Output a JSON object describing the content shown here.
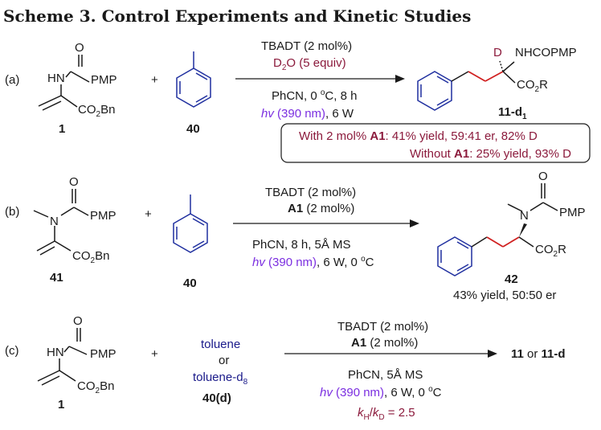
{
  "title": "Scheme 3. Control Experiments and Kinetic Studies",
  "panels": {
    "a": {
      "label": "(a)",
      "reactant1": {
        "nh": "HN",
        "o": "O",
        "pmp": "PMP",
        "ester": "CO",
        "ester_sub": "2",
        "ester_end": "Bn",
        "number": "1"
      },
      "plus": "+",
      "reactant2_number": "40",
      "conditions_above": {
        "cat": "TBADT (2 mol%)",
        "d2o_d": "D",
        "d2o_sub": "2",
        "d2o_rest": "O (5 equiv)"
      },
      "conditions_below": {
        "line1_a": "PhCN, 0 ",
        "line1_sup": "o",
        "line1_b": "C, 8 h",
        "hv": "hv",
        "light": " (390 nm)",
        "power": ", 6 W"
      },
      "product": {
        "d": "D",
        "nh": "NHCOPMP",
        "ester": "CO",
        "ester_sub": "2",
        "ester_end": "R",
        "number": "11-d",
        "number_sub": "1"
      },
      "box": {
        "line1_pre": "With 2 mol% ",
        "line1_cat": "A1",
        "line1_post": ": 41% yield, 59:41 er, 82% D",
        "line2_pre": "Without ",
        "line2_cat": "A1",
        "line2_post": ": 25% yield, 93% D"
      }
    },
    "b": {
      "label": "(b)",
      "reactant1": {
        "n": "N",
        "o": "O",
        "pmp": "PMP",
        "ester": "CO",
        "ester_sub": "2",
        "ester_end": "Bn",
        "number": "41"
      },
      "plus": "+",
      "reactant2_number": "40",
      "conditions_above": {
        "cat": "TBADT (2 mol%)",
        "cocat": "A1",
        "cocat_rest": " (2 mol%)"
      },
      "conditions_below": {
        "line1": "PhCN, 8 h, 5Å MS",
        "hv": "hv",
        "light": " (390 nm)",
        "line2_a": ", 6 W, 0 ",
        "line2_sup": "o",
        "line2_b": "C"
      },
      "product": {
        "n": "N",
        "o": "O",
        "pmp": "PMP",
        "ester": "CO",
        "ester_sub": "2",
        "ester_end": "R",
        "number": "42",
        "result": "43% yield, 50:50 er"
      }
    },
    "c": {
      "label": "(c)",
      "reactant1": {
        "nh": "HN",
        "o": "O",
        "pmp": "PMP",
        "ester": "CO",
        "ester_sub": "2",
        "ester_end": "Bn",
        "number": "1"
      },
      "plus": "+",
      "reactant2": {
        "line1": "toluene",
        "line2": "or",
        "line3": "toluene-d",
        "line3_sub": "8",
        "number": "40(d)"
      },
      "conditions_above": {
        "cat": "TBADT (2 mol%)",
        "cocat": "A1",
        "cocat_rest": " (2 mol%)"
      },
      "conditions_below": {
        "line1": "PhCN, 5Å MS",
        "hv": "hv",
        "light": " (390 nm)",
        "line2_a": ", 6 W, 0 ",
        "line2_sup": "o",
        "line2_b": "C",
        "kie_k1": "k",
        "kie_h": "H",
        "kie_slash": "/",
        "kie_k2": "k",
        "kie_d": "D",
        "kie_val": " = 2.5"
      },
      "product": {
        "p1": "11",
        "or": " or ",
        "p2": "11-d"
      }
    }
  }
}
